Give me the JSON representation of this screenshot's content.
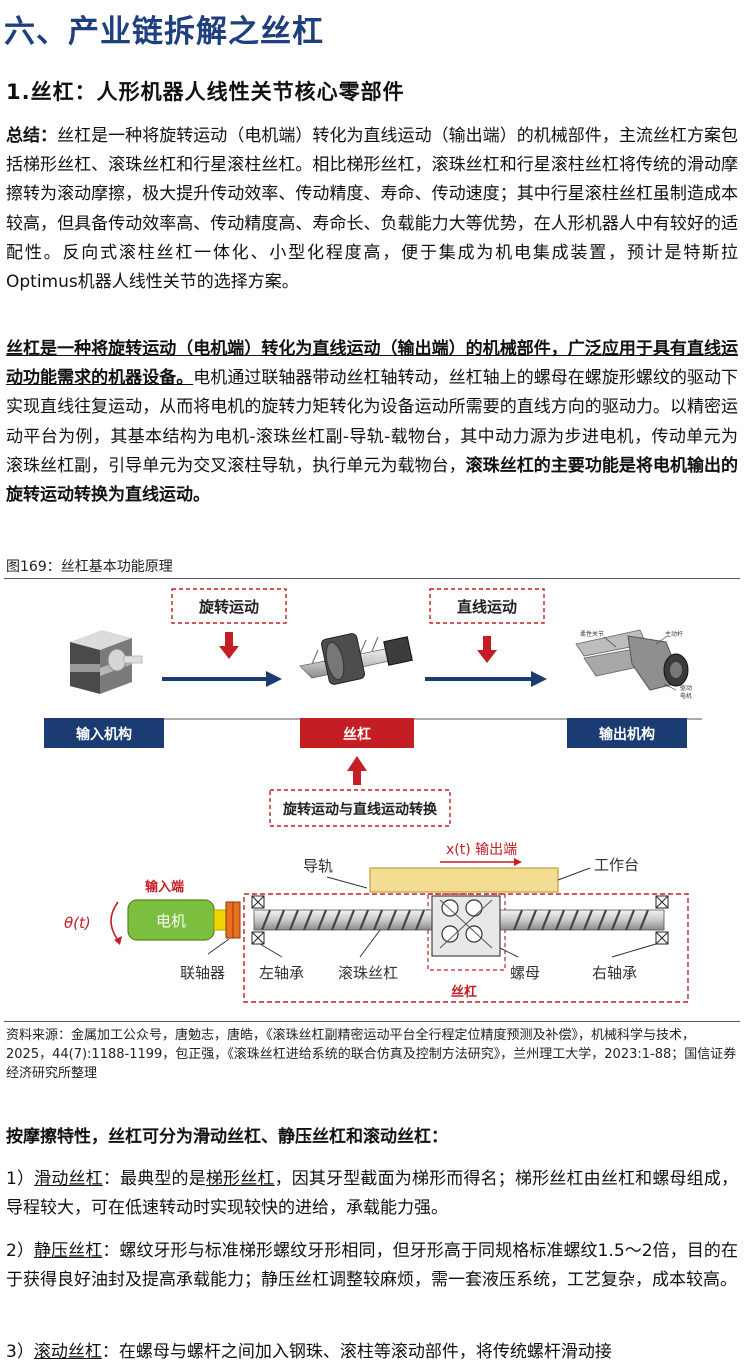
{
  "heading": "六、产业链拆解之丝杠",
  "subheading": "1.丝杠：人形机器人线性关节核心零部件",
  "summary": {
    "label": "总结：",
    "text": "丝杠是一种将旋转运动（电机端）转化为直线运动（输出端）的机械部件，主流丝杠方案包括梯形丝杠、滚珠丝杠和行星滚柱丝杠。相比梯形丝杠，滚珠丝杠和行星滚柱丝杠将传统的滑动摩擦转为滚动摩擦，极大提升传动效率、传动精度、寿命、传动速度；其中行星滚柱丝杠虽制造成本较高，但具备传动效率高、传动精度高、寿命长、负载能力大等优势，在人形机器人中有较好的适配性。反向式滚柱丝杠一体化、小型化程度高，便于集成为机电集成装置，预计是特斯拉Optimus机器人线性关节的选择方案。"
  },
  "para2": {
    "bold_lead": "丝杠是一种将旋转运动（电机端）转化为直线运动（输出端）的机械部件，广泛应用于具有直线运动功能需求的机器设备。",
    "body": "电机通过联轴器带动丝杠轴转动，丝杠轴上的螺母在螺旋形螺纹的驱动下实现直线往复运动，从而将电机的旋转力矩转化为设备运动所需要的直线方向的驱动力。以精密运动平台为例，其基本结构为电机-滚珠丝杠副-导轨-载物台，其中动力源为步进电机，传动单元为滚珠丝杠副，引导单元为交叉滚柱导轨，执行单元为载物台，",
    "bold_tail": "滚珠丝杠的主要功能是将电机输出的旋转运动转换为直线运动。"
  },
  "figure": {
    "caption": "图169：丝杠基本功能原理",
    "top": {
      "rotary_label": "旋转运动",
      "linear_label": "直线运动",
      "input_label": "输入机构",
      "screw_label": "丝杠",
      "output_label": "输出机构",
      "convert_label": "旋转运动与直线运动转换",
      "gripper_note1": "柔性关节",
      "gripper_note2": "主动杆",
      "gripper_note3": "驱动",
      "gripper_note4": "电机"
    },
    "bottom": {
      "guide_label": "导轨",
      "output_end_label": "x(t) 输出端",
      "table_label": "工作台",
      "input_end_label": "输入端",
      "theta_label": "θ(t)",
      "motor_label": "电机",
      "coupling_label": "联轴器",
      "left_bearing_label": "左轴承",
      "ball_screw_label": "滚珠丝杠",
      "nut_label": "螺母",
      "right_bearing_label": "右轴承",
      "screw_group_label": "丝杠"
    },
    "colors": {
      "navy": "#1b3c73",
      "red": "#c41e24",
      "motor_green": "#7cbf3e",
      "coupling_orange": "#e8701e",
      "table_yellow": "#f3dd92"
    }
  },
  "source": "资料来源：金属加工公众号，唐勉志，唐皓，《滚珠丝杠副精密运动平台全行程定位精度预测及补偿》，机械科学与技术，2025，44(7):1188-1199，包正强，《滚珠丝杠进给系统的联合仿真及控制方法研究》，兰州理工大学，2023:1-88；国信证券经济研究所整理",
  "classification_heading": "按摩擦特性，丝杠可分为滑动丝杠、静压丝杠和滚动丝杠：",
  "items": [
    {
      "prefix": "1）",
      "term": "滑动丝杠",
      "lead": "：最典型的是",
      "term2": "梯形丝杠",
      "text": "，因其牙型截面为梯形而得名；梯形丝杠由丝杠和螺母组成，导程较大，可在低速转动时实现较快的进给，承载能力强。"
    },
    {
      "prefix": "2）",
      "term": "静压丝杠",
      "text": "：螺纹牙形与标准梯形螺纹牙形相同，但牙形高于同规格标准螺纹1.5～2倍，目的在于获得良好油封及提高承载能力；静压丝杠调整较麻烦，需一套液压系统，工艺复杂，成本较高。"
    },
    {
      "prefix": "3）",
      "term": "滚动丝杠",
      "text": "：在螺母与螺杆之间加入钢珠、滚柱等滚动部件，将传统螺杆滑动接"
    }
  ]
}
